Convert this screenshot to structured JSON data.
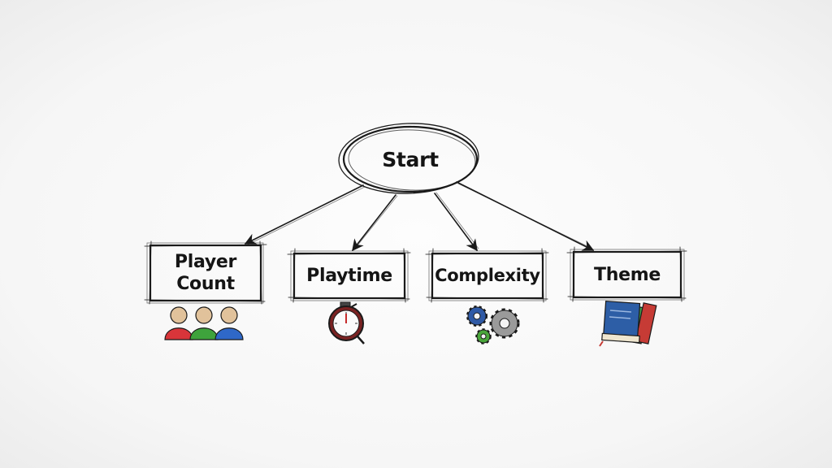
{
  "diagram": {
    "root": {
      "label": "Start"
    },
    "categories": [
      {
        "id": "player-count",
        "label": "Player\nCount",
        "icon": "people-icon"
      },
      {
        "id": "playtime",
        "label": "Playtime",
        "icon": "stopwatch-icon"
      },
      {
        "id": "complexity",
        "label": "Complexity",
        "icon": "gears-icon"
      },
      {
        "id": "theme",
        "label": "Theme",
        "icon": "books-icon"
      }
    ]
  },
  "colors": {
    "ink": "#1a1a1a",
    "people": [
      "#d8353a",
      "#3ea33c",
      "#2f68c8"
    ],
    "stopwatch_hand": "#c62b2b",
    "gear_blue": "#2f5aa6",
    "gear_gray": "#9a9a9a",
    "gear_green": "#49a63a",
    "book_blue": "#2d5ea6",
    "book_red": "#c63b35",
    "book_green": "#3f9a4a"
  }
}
